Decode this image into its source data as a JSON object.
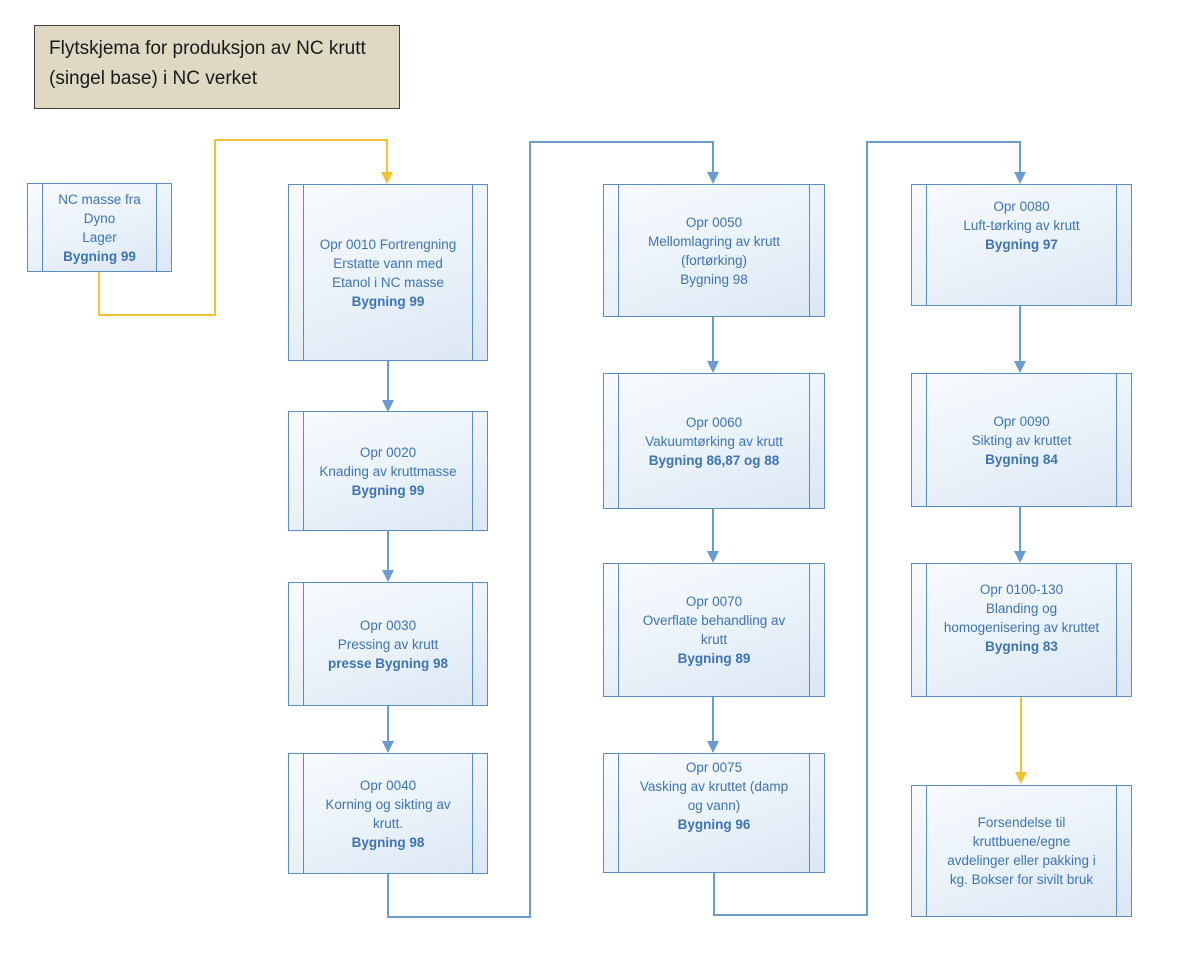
{
  "title": {
    "line1": "Flytskjema for produksjon av NC krutt",
    "line2": "(singel base) i NC verket"
  },
  "boxes": {
    "source": [
      "NC masse fra",
      "Dyno",
      "Lager",
      "Bygning 99"
    ],
    "opr0010": [
      "Opr 0010 Fortrengning",
      "Erstatte vann med",
      "Etanol i NC masse",
      "Bygning 99"
    ],
    "opr0020": [
      "Opr 0020",
      "Knading av kruttmasse",
      "Bygning 99"
    ],
    "opr0030": [
      "Opr 0030",
      "Pressing av krutt",
      "presse Bygning 98"
    ],
    "opr0040": [
      "Opr 0040",
      "Korning og sikting av",
      "krutt.",
      "Bygning 98"
    ],
    "opr0050": [
      "Opr 0050",
      "Mellomlagring av krutt",
      "(fortørking)",
      "Bygning 98"
    ],
    "opr0060": [
      "Opr 0060",
      "Vakuumtørking av krutt",
      "Bygning 86,87 og 88"
    ],
    "opr0070": [
      "Opr 0070",
      "Overflate behandling av",
      "krutt",
      "Bygning 89"
    ],
    "opr0075": [
      "Opr 0075",
      "Vasking av kruttet (damp",
      "og vann)",
      "Bygning 96"
    ],
    "opr0080": [
      "Opr 0080",
      "Luft-tørking av krutt",
      "Bygning 97"
    ],
    "opr0090": [
      "Opr 0090",
      "Sikting av kruttet",
      "Bygning 84"
    ],
    "opr0100": [
      "Opr 0100-130",
      "Blanding og",
      "homogenisering av kruttet",
      "Bygning 83"
    ],
    "shipping": [
      "Forsendelse til",
      "kruttbuene/egne",
      "avdelinger eller pakking i",
      "kg. Bokser for sivilt bruk"
    ]
  },
  "colors": {
    "box_border": "#5b8cc2",
    "box_text": "#3d74b3",
    "arrow_blue": "#6a9bd1",
    "arrow_yellow": "#f2c132",
    "title_fill": "#ddd9c3"
  }
}
